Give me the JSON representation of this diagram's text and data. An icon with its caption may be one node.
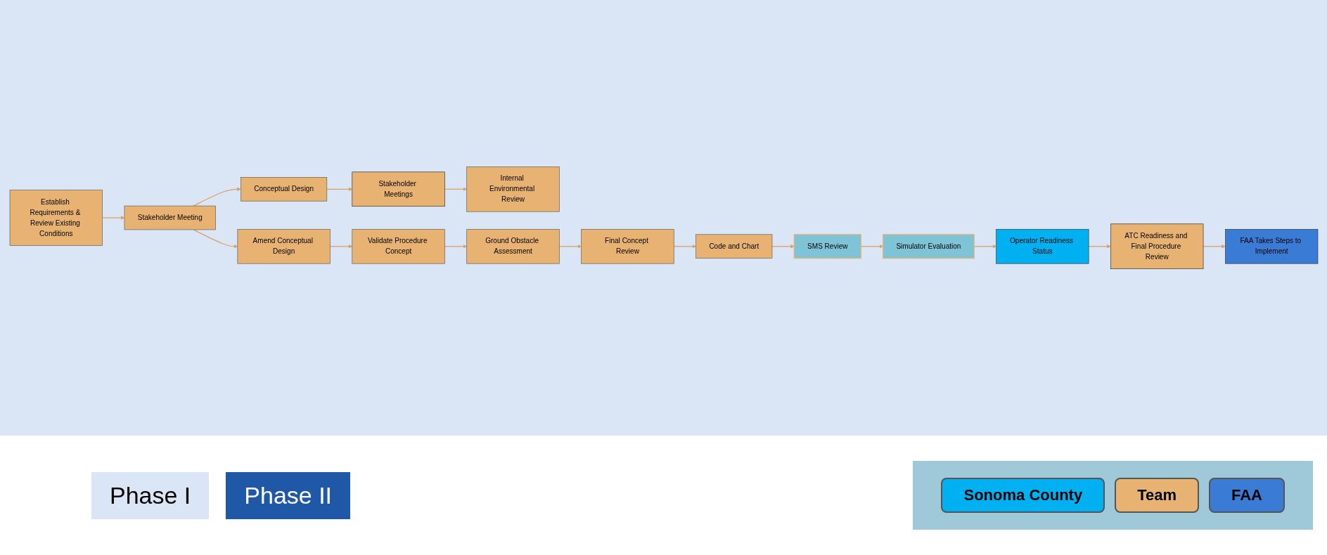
{
  "diagram": {
    "nodes": [
      {
        "text": [
          "Establish Requirements & Review Existing Conditions"
        ]
      },
      {
        "text": [
          "Stakeholder Meeting"
        ]
      },
      {
        "text": [
          "Conceptual Design"
        ]
      },
      {
        "text": [
          "Stakeholder Meetings"
        ]
      },
      {
        "text": [
          "Internal Environmental Review"
        ]
      },
      {
        "text": [
          "Amend Conceptual Design"
        ]
      },
      {
        "text": [
          "Validate Procedure Concept"
        ]
      },
      {
        "text": [
          "Ground Obstacle Assessment"
        ]
      },
      {
        "text": [
          "Final Concept Review"
        ]
      },
      {
        "text": [
          "Code and Chart"
        ]
      },
      {
        "text": [
          "SMS Review"
        ]
      },
      {
        "text": [
          "Simulator Evaluation"
        ]
      },
      {
        "text": [
          "Operator Readiness Status"
        ]
      },
      {
        "text": [
          "ATC Readiness and Final Procedure Review"
        ]
      },
      {
        "text": [
          "FAA Takes Steps to Implement"
        ]
      }
    ],
    "edges": [
      {
        "from": 0,
        "to": 1,
        "arrow": "to"
      },
      {
        "from": 1,
        "to": 2,
        "arrow": "to"
      },
      {
        "from": 2,
        "to": 3,
        "arrow": "to"
      },
      {
        "from": 3,
        "to": 4,
        "arrow": "to"
      },
      {
        "from": 1,
        "to": 5,
        "arrow": "to"
      },
      {
        "from": 5,
        "to": 6,
        "arrow": "to"
      },
      {
        "from": 6,
        "to": 7,
        "arrow": "to"
      },
      {
        "from": 7,
        "to": 8,
        "arrow": "to"
      },
      {
        "from": 8,
        "to": 9,
        "arrow": "to"
      },
      {
        "from": 9,
        "to": 10,
        "arrow": "to"
      },
      {
        "from": 10,
        "to": 11,
        "arrow": "to"
      },
      {
        "from": 11,
        "to": 12,
        "arrow": "to"
      },
      {
        "from": 12,
        "to": 13,
        "arrow": "to"
      },
      {
        "from": 13,
        "to": 14,
        "arrow": "to"
      }
    ],
    "legend": [
      {
        "text": "Phase I",
        "color": "#dae6f5"
      },
      {
        "text": "Phase II",
        "color": "#1f58a6"
      },
      {
        "text": "Sonoma County",
        "color": "#00b0f0"
      },
      {
        "text": "Team",
        "color": "#e8b273"
      },
      {
        "text": "FAA",
        "color": "#3a7bd5"
      }
    ]
  }
}
